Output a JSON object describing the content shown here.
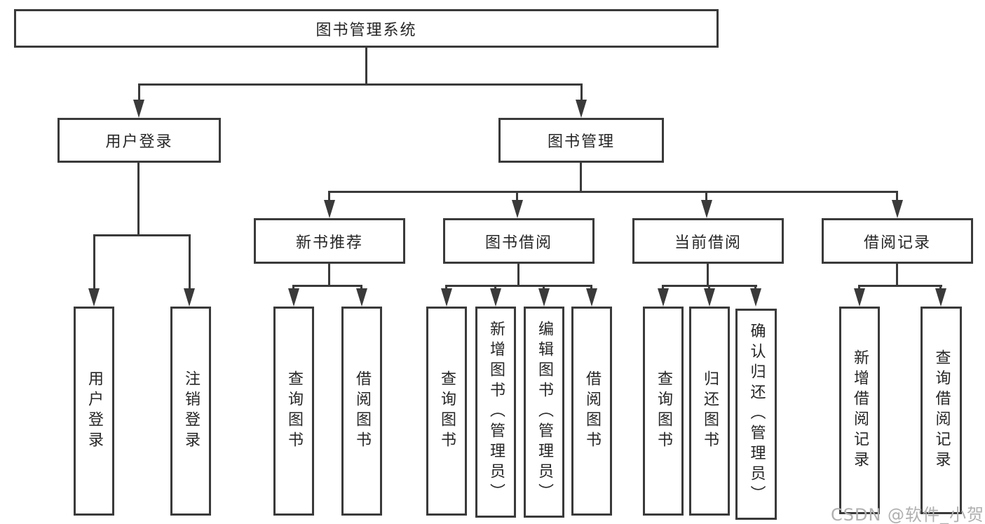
{
  "colors": {
    "line": "#3a3a3a",
    "box_border": "#3a3a3a",
    "box_background": "#ffffff",
    "text": "#262626",
    "watermark_text_color": "#b0b0b0",
    "page_background": "#ffffff"
  },
  "watermark": "CSDN @软件_小贺同学",
  "nodes": {
    "root": "图书管理系统",
    "user_login": "用户登录",
    "book_management": "图书管理",
    "new_book_recommend": "新书推荐",
    "book_borrow": "图书借阅",
    "current_borrow": "当前借阅",
    "borrow_record": "借阅记录",
    "leaf_user_login": "用户登录",
    "leaf_logout": "注销登录",
    "leaf_nb_query_book": "查询图书",
    "leaf_nb_borrow_book": "借阅图书",
    "leaf_bb_query_book": "查询图书",
    "leaf_bb_add_book": "新增图书（管理员）",
    "leaf_bb_edit_book": "编辑图书（管理员）",
    "leaf_bb_borrow_book": "借阅图书",
    "leaf_cb_query_book": "查询图书",
    "leaf_cb_return_book": "归还图书",
    "leaf_cb_confirm_return": "确认归还（管理员）",
    "leaf_br_add_record": "新增借阅记录",
    "leaf_br_query_record": "查询借阅记录"
  }
}
